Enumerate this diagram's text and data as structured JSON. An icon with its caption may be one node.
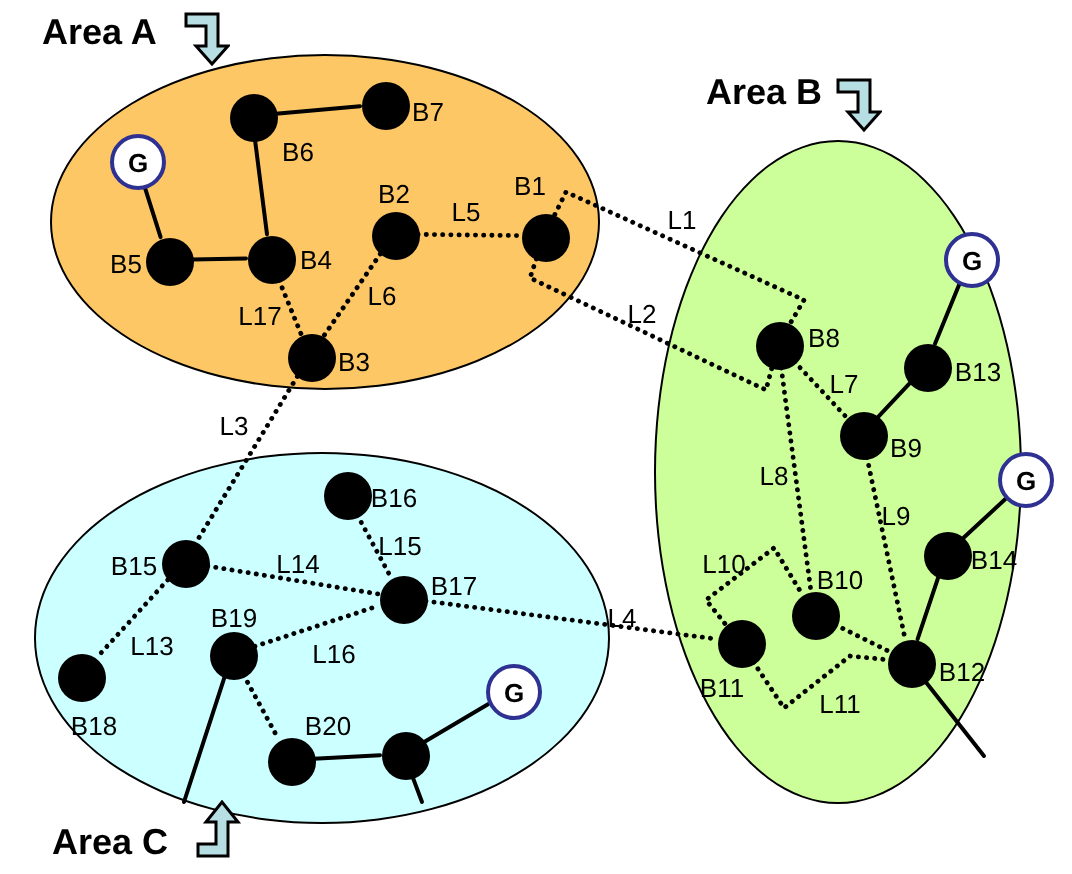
{
  "diagram": {
    "nodes": [
      {
        "text": [
          "Area A"
        ]
      },
      {
        "text": [
          "B7"
        ],
        "in": 0
      },
      {
        "text": [
          "B6"
        ],
        "in": 0
      },
      {
        "text": [
          "G"
        ],
        "in": 0
      },
      {
        "text": [
          "B2"
        ],
        "in": 0
      },
      {
        "text": [
          "B1"
        ],
        "in": 0
      },
      {
        "text": [
          "B5"
        ],
        "in": 0
      },
      {
        "text": [
          "B4"
        ],
        "in": 0
      },
      {
        "text": [
          "B3"
        ],
        "in": 0
      },
      {
        "text": [
          "Area B"
        ]
      },
      {
        "text": [
          "G"
        ],
        "in": 9
      },
      {
        "text": [
          "B8"
        ],
        "in": 9
      },
      {
        "text": [
          "B13"
        ],
        "in": 9
      },
      {
        "text": [
          "B9"
        ],
        "in": 9
      },
      {
        "text": [
          "G"
        ]
      },
      {
        "text": [
          "B14"
        ],
        "in": 9
      },
      {
        "text": [
          "B10"
        ],
        "in": 9
      },
      {
        "text": [
          "B11"
        ],
        "in": 9
      },
      {
        "text": [
          "B12"
        ],
        "in": 9
      },
      {
        "text": [
          "Area C"
        ]
      },
      {
        "text": [
          "B16"
        ],
        "in": 19
      },
      {
        "text": [
          "B15"
        ],
        "in": 19
      },
      {
        "text": [
          "B17"
        ],
        "in": 19
      },
      {
        "text": [
          "B19"
        ],
        "in": 19
      },
      {
        "text": [
          "B18"
        ],
        "in": 19
      },
      {
        "text": [
          "G"
        ],
        "in": 19
      },
      {
        "text": [
          "B20"
        ],
        "in": 19
      },
      {
        "text": [],
        "shape": "circle",
        "in": 19
      }
    ],
    "edges": [
      {
        "from": 3,
        "to": 6,
        "arrow": "none"
      },
      {
        "from": 6,
        "to": 7,
        "arrow": "none"
      },
      {
        "from": 7,
        "to": 2,
        "arrow": "none"
      },
      {
        "from": 2,
        "to": 1,
        "arrow": "none"
      },
      {
        "from": 4,
        "to": 5,
        "arrow": "none",
        "label": "L5",
        "style": "dashed"
      },
      {
        "from": 4,
        "to": 8,
        "arrow": "none",
        "label": "L6",
        "style": "dashed"
      },
      {
        "from": 7,
        "to": 8,
        "arrow": "none",
        "label": "L17",
        "style": "dashed"
      },
      {
        "from": 5,
        "to": 11,
        "arrow": "none",
        "label": "L1",
        "style": "dashed"
      },
      {
        "from": 5,
        "to": 11,
        "arrow": "none",
        "label": "L2",
        "style": "dashed"
      },
      {
        "from": 8,
        "to": 21,
        "arrow": "none",
        "label": "L3",
        "style": "dashed"
      },
      {
        "from": 10,
        "to": 12,
        "arrow": "none"
      },
      {
        "from": 12,
        "to": 13,
        "arrow": "none"
      },
      {
        "from": 11,
        "to": 13,
        "arrow": "none",
        "label": "L7",
        "style": "dashed"
      },
      {
        "from": 11,
        "to": 16,
        "arrow": "none",
        "label": "L8",
        "style": "dashed"
      },
      {
        "from": 13,
        "to": 18,
        "arrow": "none",
        "label": "L9",
        "style": "dashed"
      },
      {
        "from": 14,
        "to": 15,
        "arrow": "none"
      },
      {
        "from": 15,
        "to": 18,
        "arrow": "none"
      },
      {
        "from": 18,
        "to": null,
        "arrow": "none"
      },
      {
        "from": 17,
        "to": 16,
        "arrow": "none",
        "label": "L10",
        "style": "dashed"
      },
      {
        "from": 17,
        "to": 18,
        "arrow": "none",
        "label": "L11",
        "style": "dashed"
      },
      {
        "from": 16,
        "to": 18,
        "arrow": "none",
        "style": "dashed"
      },
      {
        "from": 22,
        "to": 17,
        "arrow": "none",
        "label": "L4",
        "style": "dashed"
      },
      {
        "from": 21,
        "to": 24,
        "arrow": "none",
        "label": "L13",
        "style": "dashed"
      },
      {
        "from": 21,
        "to": 22,
        "arrow": "none",
        "label": "L14",
        "style": "dashed"
      },
      {
        "from": 20,
        "to": 22,
        "arrow": "none",
        "label": "L15",
        "style": "dashed"
      },
      {
        "from": 23,
        "to": 22,
        "arrow": "none",
        "label": "L16",
        "style": "dashed"
      },
      {
        "from": 23,
        "to": 26,
        "arrow": "none",
        "style": "dashed"
      },
      {
        "from": 25,
        "to": 27,
        "arrow": "none"
      },
      {
        "from": 27,
        "to": 26,
        "arrow": "none"
      },
      {
        "from": 27,
        "to": null,
        "arrow": "none"
      },
      {
        "from": 23,
        "to": null,
        "arrow": "none"
      }
    ]
  }
}
